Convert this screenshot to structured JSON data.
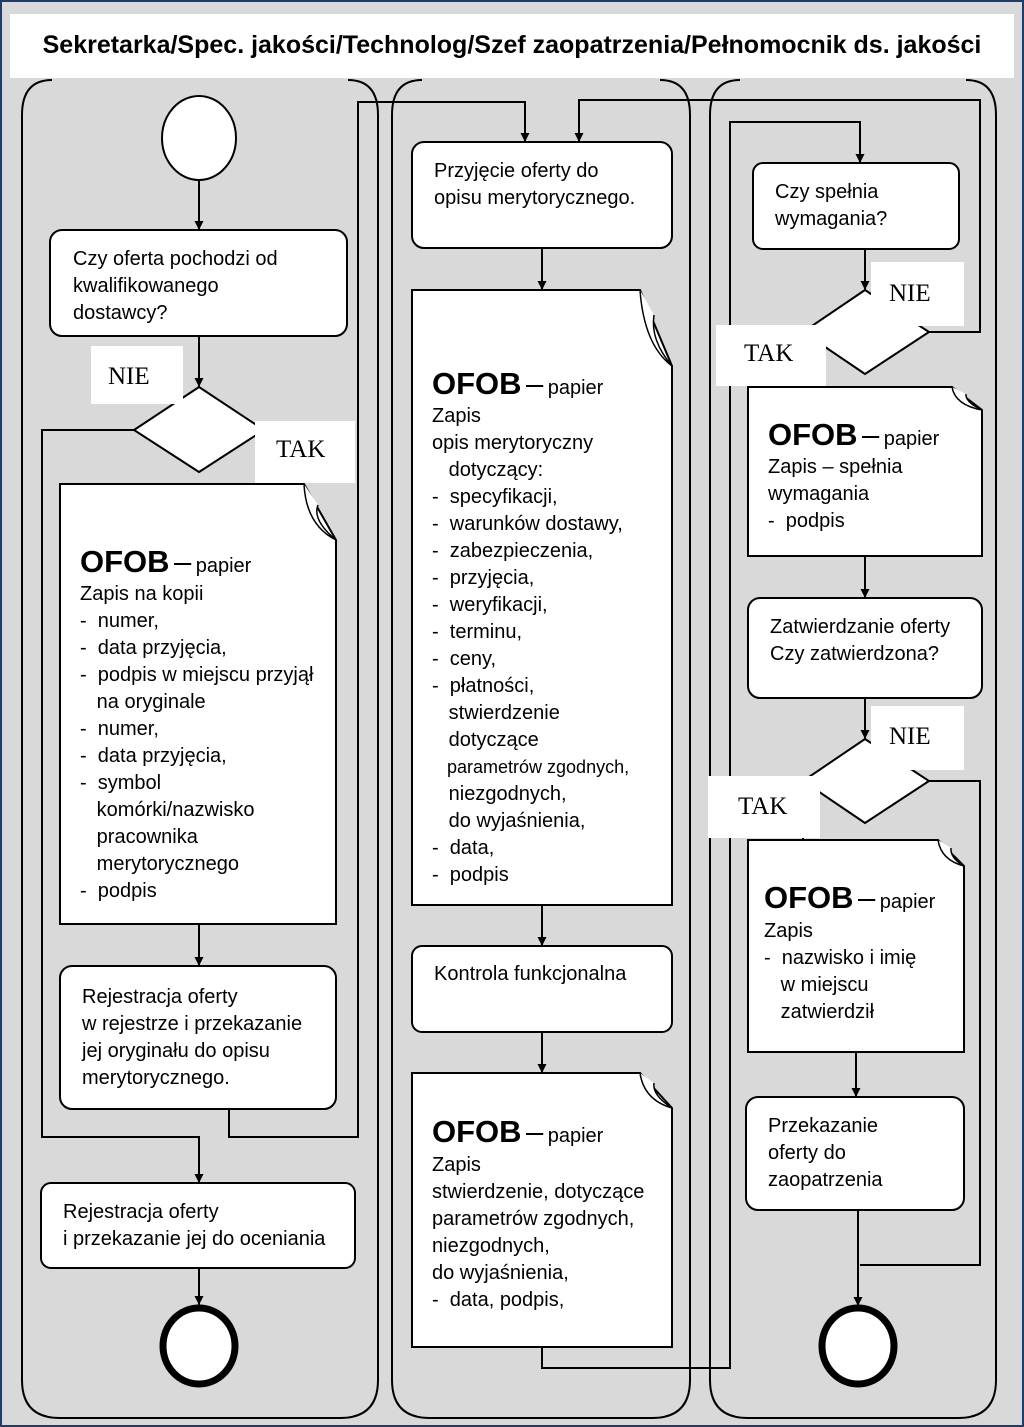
{
  "title": "Sekretarka/Spec. jakości/Technolog/Szef zaopatrzenia/Pełnomocnik ds. jakości",
  "labels": {
    "nie": "NIE",
    "tak": "TAK"
  },
  "doc_header": {
    "code": "OFOB",
    "dash": "–",
    "medium": "papier"
  },
  "lane1": {
    "decision1": [
      "Czy oferta pochodzi od",
      "kwalifikowanego",
      "dostawcy?"
    ],
    "doc": [
      "Zapis na kopii",
      "-  numer,",
      "-  data przyjęcia,",
      "-  podpis w miejscu przyjął",
      "   na oryginale",
      "-  numer,",
      "-  data przyjęcia,",
      "-  symbol",
      "   komórki/nazwisko",
      "   pracownika",
      "   merytorycznego",
      "-  podpis"
    ],
    "register_box": [
      "Rejestracja oferty",
      "w rejestrze i przekazanie",
      "jej oryginału do opisu",
      "merytorycznego."
    ],
    "register_eval_box": [
      "Rejestracja oferty",
      "i przekazanie jej do oceniania"
    ]
  },
  "lane2": {
    "accept_box": [
      "Przyjęcie oferty do",
      "opisu merytorycznego."
    ],
    "doc1": [
      {
        "text": "Zapis",
        "small": false
      },
      {
        "text": "opis merytoryczny",
        "small": false
      },
      {
        "text": "   dotyczący:",
        "small": false
      },
      {
        "text": "-  specyfikacji,",
        "small": false
      },
      {
        "text": "-  warunków dostawy,",
        "small": false
      },
      {
        "text": "-  zabezpieczenia,",
        "small": false
      },
      {
        "text": "-  przyjęcia,",
        "small": false
      },
      {
        "text": "-  weryfikacji,",
        "small": false
      },
      {
        "text": "-  terminu,",
        "small": false
      },
      {
        "text": "-  ceny,",
        "small": false
      },
      {
        "text": "-  płatności,",
        "small": false
      },
      {
        "text": "   stwierdzenie",
        "small": false
      },
      {
        "text": "   dotyczące",
        "small": false
      },
      {
        "text": "   parametrów zgodnych,",
        "small": true
      },
      {
        "text": "   niezgodnych,",
        "small": false
      },
      {
        "text": "   do wyjaśnienia,",
        "small": false
      },
      {
        "text": "-  data,",
        "small": false
      },
      {
        "text": "-  podpis",
        "small": false
      }
    ],
    "control_box": [
      "Kontrola funkcjonalna"
    ],
    "doc2": [
      "Zapis",
      "stwierdzenie, dotyczące",
      "parametrów zgodnych,",
      "niezgodnych,",
      "do wyjaśnienia,",
      "-  data, podpis,"
    ]
  },
  "lane3": {
    "decision1": [
      "Czy spełnia",
      "wymagania?"
    ],
    "doc1": [
      "Zapis – spełnia",
      "wymagania",
      "-  podpis"
    ],
    "approve_box": [
      "Zatwierdzanie oferty",
      "Czy zatwierdzona?"
    ],
    "doc2": [
      "Zapis",
      "-  nazwisko i imię",
      "   w miejscu",
      "   zatwierdził"
    ],
    "handover_box": [
      "Przekazanie",
      "oferty do",
      "zaopatrzenia"
    ]
  },
  "colors": {
    "lane_fill": "#d9d9d9",
    "frame": "#1f3c6b",
    "box_fill": "#ffffff",
    "stroke": "#000000"
  }
}
